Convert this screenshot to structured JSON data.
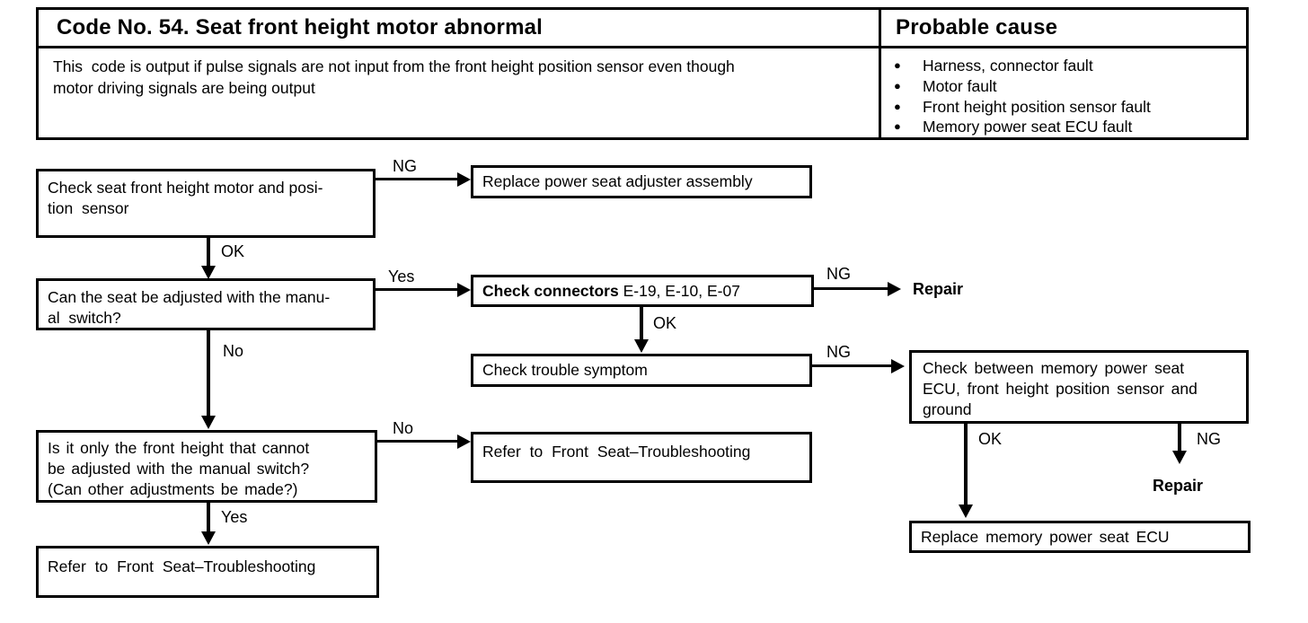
{
  "header": {
    "title": "Code No. 54. Seat front height motor abnormal",
    "description": "This  code is output if pulse signals are not input from the front height position sensor even though\nmotor driving signals are being output",
    "probable_cause": {
      "title": "Probable cause",
      "bullet": "●",
      "items": [
        "Harness, connector fault",
        "Motor fault",
        "Front height position sensor fault",
        "Memory power seat ECU fault"
      ]
    }
  },
  "labels": {
    "ng": "NG",
    "ok": "OK",
    "yes": "Yes",
    "no": "No",
    "repair": "Repair"
  },
  "boxes": {
    "check_motor": "Check seat front height motor and posi-\ntion  sensor",
    "replace_adjuster": "Replace power seat adjuster assembly",
    "manual_switch": "Can the seat be adjusted with the manu-\nal  switch?",
    "check_connectors_bold": "Check connectors",
    "check_connectors_rest": " E-19, E-10, E-07",
    "check_trouble": "Check trouble symptom",
    "check_between": "Check between memory power seat\nECU, front height position sensor and\nground",
    "front_height_only": "Is it only the front height that cannot\nbe adjusted with the manual switch?\n(Can other adjustments be made?)",
    "refer_front_seat": "Refer to Front Seat–Troubleshooting",
    "replace_ecu": "Replace memory power seat ECU"
  }
}
